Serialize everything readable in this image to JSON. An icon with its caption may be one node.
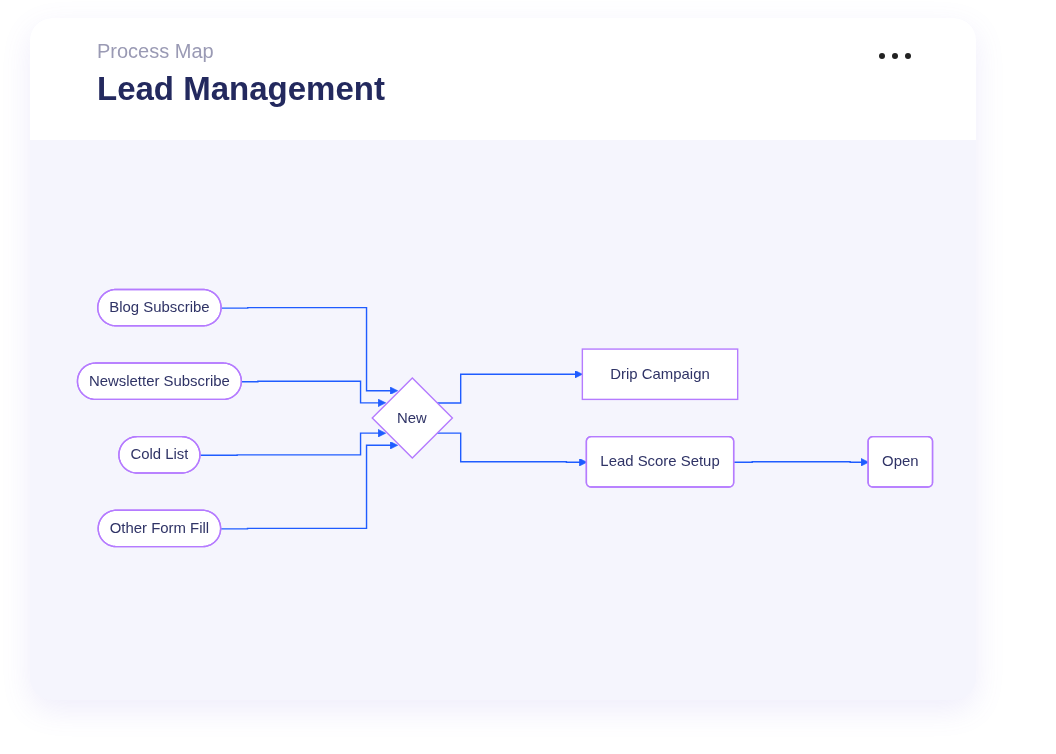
{
  "diagram": {
    "title": "Lead Management",
    "labels": [
      "Process Map"
    ],
    "nodes": [
      {
        "text": [
          "Blog Subscribe"
        ]
      },
      {
        "text": [
          "Newsletter Subscribe"
        ]
      },
      {
        "text": [
          "Cold List"
        ]
      },
      {
        "text": [
          "Other Form Fill"
        ]
      },
      {
        "text": [
          "Drip Campaign"
        ]
      },
      {
        "text": [
          "New"
        ]
      },
      {
        "text": [
          "Lead Score Setup"
        ]
      },
      {
        "text": [
          "Open"
        ]
      }
    ],
    "edges": [
      {
        "from": 0,
        "to": 5,
        "arrow": "to"
      },
      {
        "from": 1,
        "to": 5,
        "arrow": "to"
      },
      {
        "from": 2,
        "to": 5,
        "arrow": "to"
      },
      {
        "from": 3,
        "to": 5,
        "arrow": "to"
      },
      {
        "from": 5,
        "to": 4,
        "arrow": "to"
      },
      {
        "from": 5,
        "to": 6,
        "arrow": "to"
      },
      {
        "from": 6,
        "to": 7,
        "arrow": "to"
      }
    ]
  }
}
